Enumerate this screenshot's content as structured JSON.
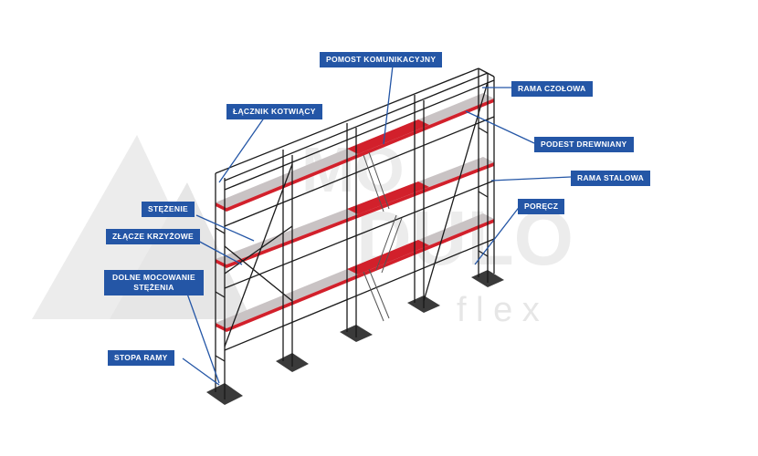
{
  "diagram": {
    "watermark": {
      "line1": "MO",
      "line2": "DULO",
      "line3": "f l e x"
    },
    "labels": {
      "pomost": "POMOST KOMUNIKACYJNY",
      "rama_czolowa": "RAMA CZOŁOWA",
      "lacznik": "ŁĄCZNIK KOTWIĄCY",
      "podest": "PODEST DREWNIANY",
      "rama_stalowa": "RAMA STALOWA",
      "stezenie": "STĘŻENIE",
      "porecz": "PORĘCZ",
      "zlacze": "ZŁĄCZE KRZYŻOWE",
      "dolne_1": "DOLNE MOCOWANIE",
      "dolne_2": "STĘŻENIA",
      "stopa": "STOPA RAMY"
    },
    "colors": {
      "label_bg": "#2456a6",
      "leader": "#2456a6",
      "deck_red": "#d2202b",
      "deck_grey": "#c9c3c4",
      "steel": "#1a1a1a",
      "watermark": "#ececec"
    }
  }
}
